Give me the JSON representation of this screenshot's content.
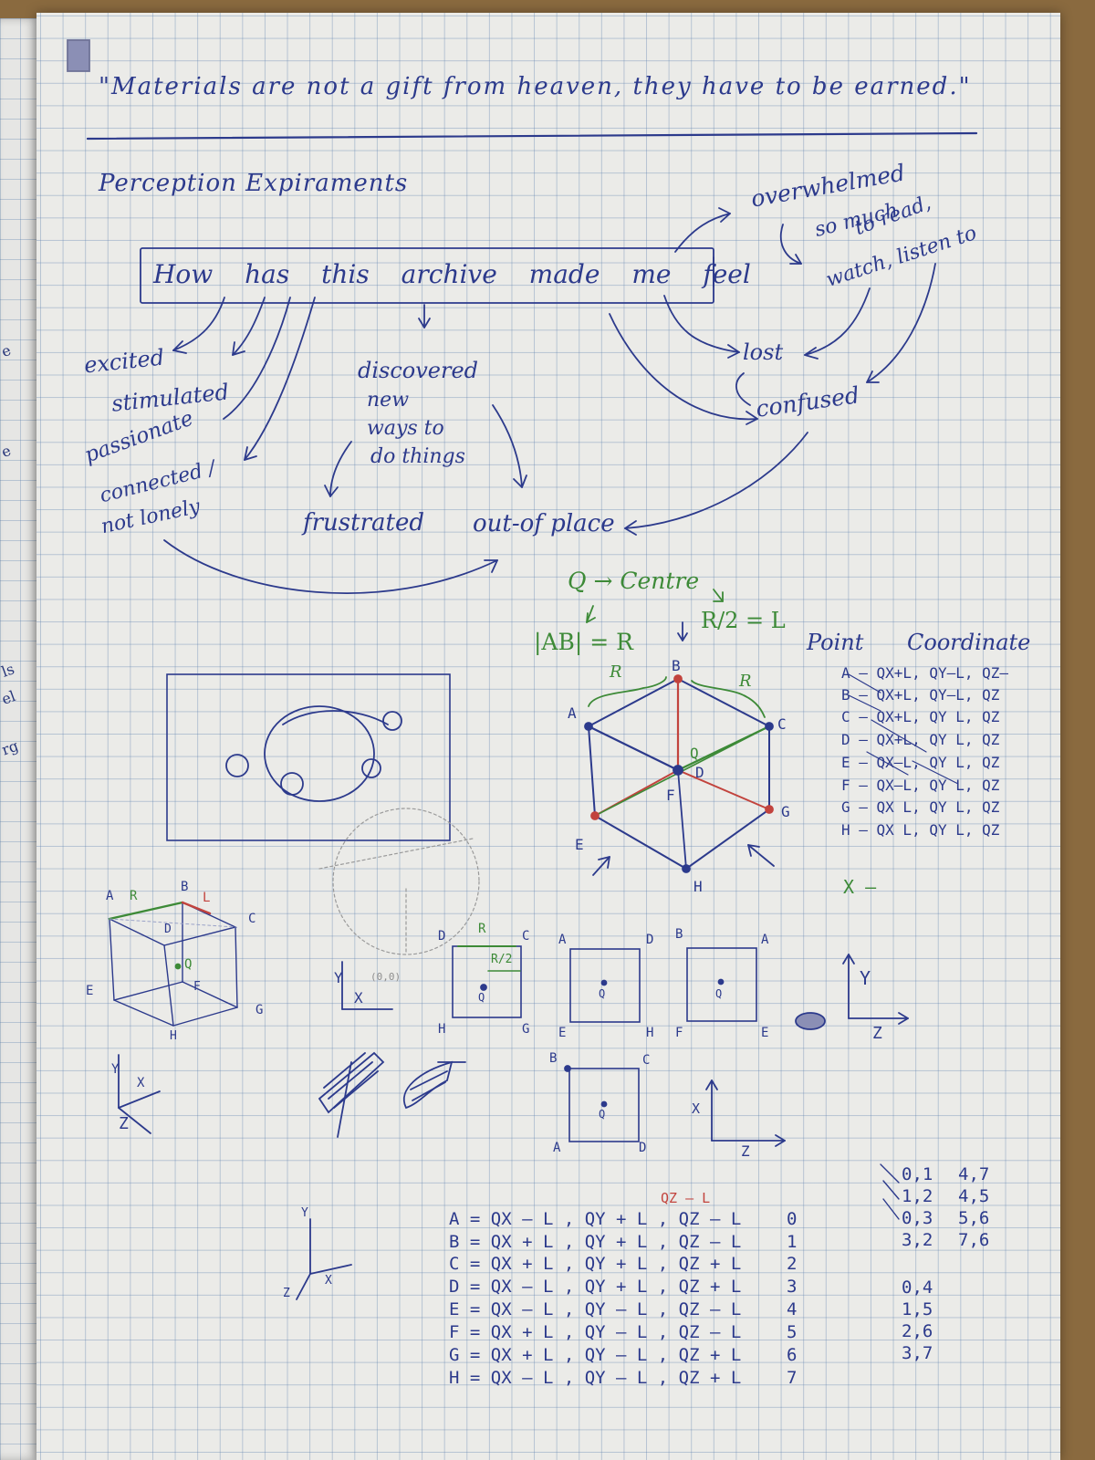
{
  "spine": [
    "e",
    "e",
    "ls",
    "el",
    "rg"
  ],
  "quote": "\"Materials are not a gift from heaven, they have to be earned.\"",
  "heading": "Perception Expiraments",
  "box_question": "How has this archive made me feel",
  "left_feelings": [
    "excited",
    "stimulated",
    "passionate",
    "connected /",
    "not lonely"
  ],
  "middle_feelings": [
    "discovered",
    "new",
    "ways to",
    "do things"
  ],
  "frustrated": "frustrated",
  "out_of_place": "out-of place",
  "overwhelmed": "overwhelmed",
  "so_much": [
    "so much",
    "to read,",
    "watch, listen to"
  ],
  "lost": "lost",
  "confused": "confused",
  "q_centre": "Q → Centre",
  "ab_r": "|AB| = R",
  "r2_l": "R/2 = L",
  "hex_labels": [
    "A",
    "B",
    "C",
    "D",
    "E",
    "F",
    "G",
    "H",
    "R",
    "R",
    "Q"
  ],
  "point_header": "Point",
  "coord_header": "Coordinate",
  "point_rows": [
    "A – QX+L, QY–L, QZ–",
    "B – QX+L, QY–L, QZ",
    "C – QX+L, QY  L, QZ",
    "D – QX+L, QY  L, QZ",
    "E – QX–L, QY  L, QZ",
    "F – QX–L, QY  L, QZ",
    "G – QX  L, QY  L, QZ",
    "H – QX   L, QY  L, QZ"
  ],
  "x_dash": "X –",
  "cube_labels": [
    "A",
    "R",
    "B",
    "L",
    "C",
    "D",
    "Q",
    "E",
    "F",
    "G",
    "H"
  ],
  "axes_labels": [
    "Y",
    "X",
    "Z"
  ],
  "coord_origin": "(0,0)",
  "square_views": [
    {
      "tl": "D",
      "tr": "C",
      "bl": "H",
      "br": "G",
      "top": "R",
      "mid": "R/2",
      "center": "Q"
    },
    {
      "tl": "A",
      "tr": "D",
      "bl": "E",
      "br": "H",
      "center": "Q"
    },
    {
      "tl": "B",
      "tr": "A",
      "bl": "F",
      "br": "E",
      "center": "Q"
    },
    {
      "tl": "B",
      "tr": "C",
      "bl": "A",
      "br": "D",
      "center": "Q"
    }
  ],
  "yz_axes": [
    "Y",
    "Z"
  ],
  "xz_axes": [
    "X",
    "Z"
  ],
  "formula_note": "QZ – L",
  "formulas": [
    "A = QX – L , QY + L , QZ – L",
    "B = QX + L , QY + L , QZ – L",
    "C = QX + L , QY + L , QZ + L",
    "D = QX – L , QY + L , QZ + L",
    "E = QX – L , QY – L , QZ – L",
    "F = QX + L , QY – L , QZ – L",
    "G = QX + L , QY – L , QZ + L",
    "H = QX – L , QY – L , QZ + L"
  ],
  "indices": [
    "0",
    "1",
    "2",
    "3",
    "4",
    "5",
    "6",
    "7"
  ],
  "pairs_a": [
    "0,1",
    "1,2",
    "0,3",
    "3,2"
  ],
  "pairs_b": [
    "4,7",
    "4,5",
    "5,6",
    "7,6"
  ],
  "pairs_c": [
    "0,4",
    "1,5",
    "2,6",
    "3,7"
  ],
  "colors": {
    "ink_blue": "#2c3a8c",
    "ink_green": "#3d8a37",
    "ink_red": "#c2433d",
    "paper": "#ebebe8"
  }
}
